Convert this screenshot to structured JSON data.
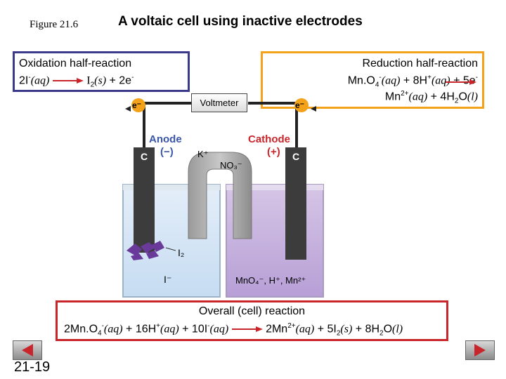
{
  "figure_label": "Figure 21.6",
  "title": "A voltaic cell using inactive electrodes",
  "oxidation": {
    "heading": "Oxidation half-reaction",
    "reactant": "2I",
    "reactant_sup": "-",
    "reactant_state": "(aq)",
    "product": "I",
    "product_sub": "2",
    "product_state": "(s)",
    "plus_electrons": "+ 2e",
    "electron_sup": "-"
  },
  "reduction": {
    "heading": "Reduction half-reaction",
    "line1": {
      "r1": "Mn.O",
      "r1_sub": "4",
      "r1_sup": "-",
      "r1_state": "(aq)",
      "r2": "+ 8H",
      "r2_sup": "+",
      "r2_state": "(aq)",
      "r3": "+ 5e",
      "r3_sup": "-"
    },
    "line2": {
      "p1": "Mn",
      "p1_sup": "2+",
      "p1_state": "(aq)",
      "p2": "+ 4H",
      "p2_sub": "2",
      "p2_tail": "O",
      "p2_state": "(l)"
    }
  },
  "overall": {
    "heading": "Overall (cell) reaction",
    "r1": "2Mn.O",
    "r1_sub": "4",
    "r1_sup": "-",
    "r1_state": "(aq)",
    "r2": "+ 16H",
    "r2_sup": "+",
    "r2_state": "(aq)",
    "r3": "+ 10I",
    "r3_sup": "-",
    "r3_state": "(aq)",
    "p1": "2Mn",
    "p1_sup": "2+",
    "p1_state": "(aq)",
    "p2": "+ 5I",
    "p2_sub": "2",
    "p2_state": "(s)",
    "p3": "+ 8H",
    "p3_sub": "2",
    "p3_tail": "O",
    "p3_state": "(l)"
  },
  "diagram": {
    "voltmeter": "Voltmeter",
    "electron_left": "e⁻",
    "electron_right": "e⁻",
    "anode": "Anode",
    "anode_sign": "(−)",
    "cathode": "Cathode",
    "cathode_sign": "(+)",
    "electrode_left": "C",
    "electrode_right": "C",
    "bridge_cation": "K⁺",
    "bridge_anion": "NO₃⁻",
    "i2_label": "I₂",
    "iodide_label": "I⁻",
    "cathode_solution": "MnO₄⁻, H⁺, Mn²⁺"
  },
  "page_number": "21-19",
  "colors": {
    "oxidation_border": "#3b3a8a",
    "reduction_border": "#f5a21b",
    "overall_border": "#c9262c",
    "arrow": "#c9262c",
    "anode_label": "#3a56a8",
    "cathode_label": "#c9262c",
    "electron_badge": "#f5a21b"
  }
}
